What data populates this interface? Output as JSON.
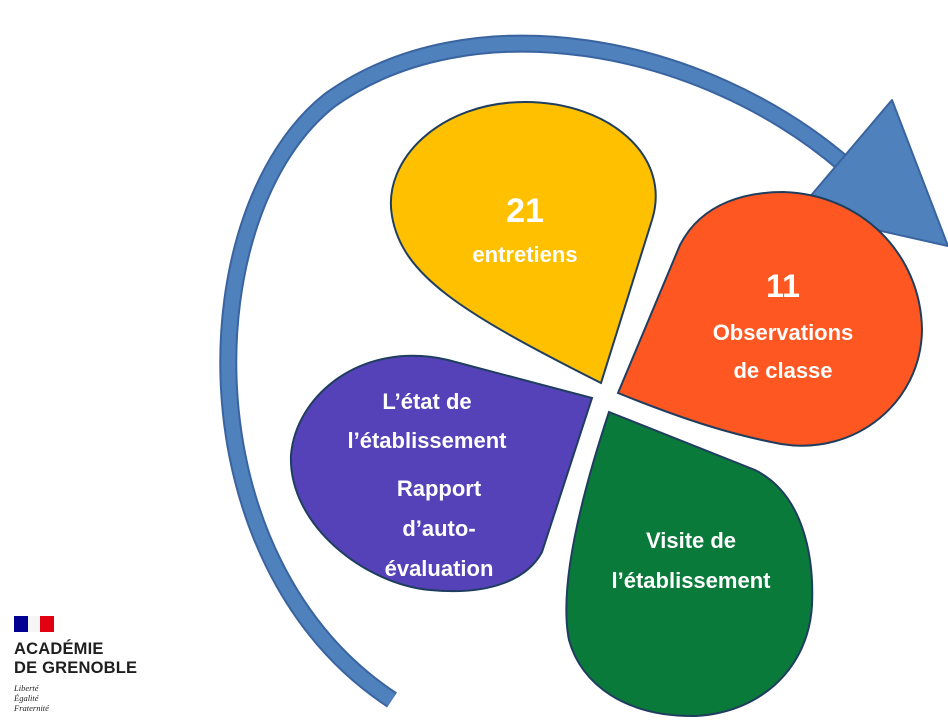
{
  "petals": {
    "top": {
      "number": "21",
      "label": "entretiens",
      "color": "#FFC000"
    },
    "right": {
      "number": "11",
      "label_line1": "Observations",
      "label_line2": "de classe",
      "color": "#FF5722"
    },
    "left": {
      "line1": "L’état de",
      "line2": "l’établissement",
      "line3": "Rapport",
      "line4": "d’auto-",
      "line5": "évaluation",
      "color": "#5541B8"
    },
    "bottom": {
      "line1": "Visite de",
      "line2": "l’établissement",
      "color": "#0A7A3A"
    }
  },
  "cycle_arrow": {
    "color": "#4F81BD",
    "icon": "curved-arrow-icon"
  },
  "logo": {
    "line1": "ACADÉMIE",
    "line2": "DE GRENOBLE",
    "motto": [
      "Liberté",
      "Égalité",
      "Fraternité"
    ],
    "flag_colors": [
      "#000091",
      "#FFFFFF",
      "#E1000F"
    ]
  }
}
